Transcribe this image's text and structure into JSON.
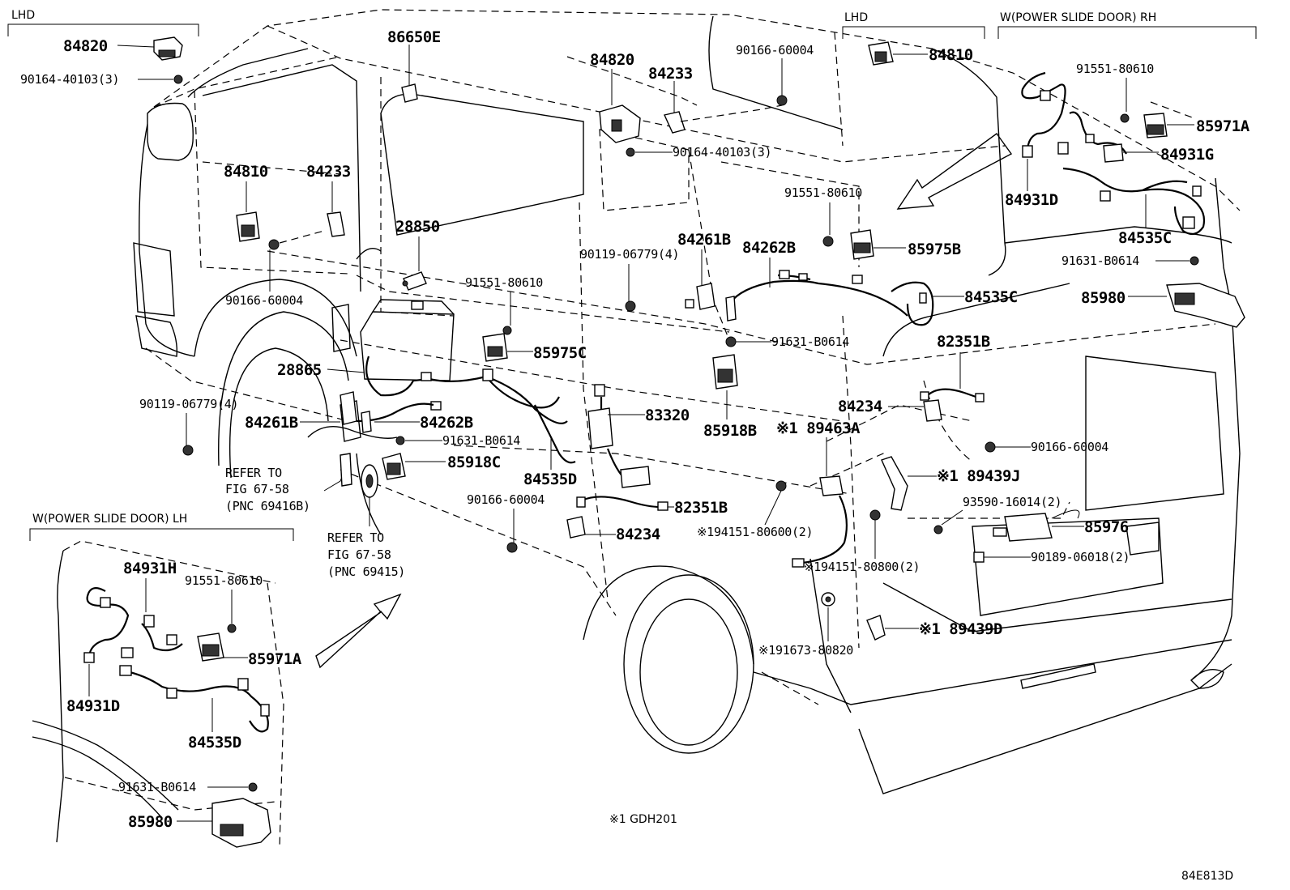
{
  "headers": {
    "lhd_left": "LHD",
    "lhd_right": "LHD",
    "psd_rh": "W(POWER SLIDE DOOR) RH",
    "psd_lh": "W(POWER SLIDE DOOR) LH"
  },
  "refs": {
    "ref1_l1": "REFER TO",
    "ref1_l2": "FIG 67-58",
    "ref1_l3": "(PNC 69416B)",
    "ref2_l1": "REFER TO",
    "ref2_l2": "FIG 67-58",
    "ref2_l3": "(PNC 69415)"
  },
  "footnote": "※1 GDH201",
  "diagram_code": "84E813D",
  "labels": {
    "p84820_a": "84820",
    "b90164_a": "90164-40103(3)",
    "p86650E": "86650E",
    "p84820_b": "84820",
    "p84233_b": "84233",
    "b90164_b": "90164-40103(3)",
    "b90166_a": "90166-60004",
    "p84810_b": "84810",
    "p84810_a": "84810",
    "p84233_a": "84233",
    "p28850": "28850",
    "b90166_b": "90166-60004",
    "b91551_a": "91551-80610",
    "p85975C": "85975C",
    "p28865": "28865",
    "b90119_a": "90119-06779(4)",
    "p84261B_a": "84261B",
    "p84262B_a": "84262B",
    "b91631_a": "91631-B0614",
    "p85918C": "85918C",
    "p84535D_a": "84535D",
    "p83320": "83320",
    "b90119_b": "90119-06779(4)",
    "p84261B_b": "84261B",
    "p84262B_b": "84262B",
    "b91551_b": "91551-80610",
    "p85975B": "85975B",
    "p84535C_a": "84535C",
    "b91631_b": "91631-B0614",
    "p85918B": "85918B",
    "p82351B_a": "82351B",
    "p84234_a": "84234",
    "p89463A": "※1 89463A",
    "b90166_c": "90166-60004",
    "p89439J": "※1 89439J",
    "b90166_d": "90166-60004",
    "p82351B_b": "82351B",
    "p84234_b": "84234",
    "b94151_a": "※194151-80600(2)",
    "b94151_b": "※194151-80800(2)",
    "b93590": "93590-16014(2)",
    "p85976": "85976",
    "b90189": "90189-06018(2)",
    "p89439D": "※1 89439D",
    "b91673": "※191673-80820",
    "b91551_rh": "91551-80610",
    "p85971A_rh": "85971A",
    "p84931G": "84931G",
    "p84931D_rh": "84931D",
    "p84535C_rh": "84535C",
    "b91631_rh": "91631-B0614",
    "p85980_rh": "85980",
    "p84931H": "84931H",
    "b91551_lh": "91551-80610",
    "p85971A_lh": "85971A",
    "p84931D_lh": "84931D",
    "p84535D_lh": "84535D",
    "b91631_lh": "91631-B0614",
    "p85980_lh": "85980"
  }
}
